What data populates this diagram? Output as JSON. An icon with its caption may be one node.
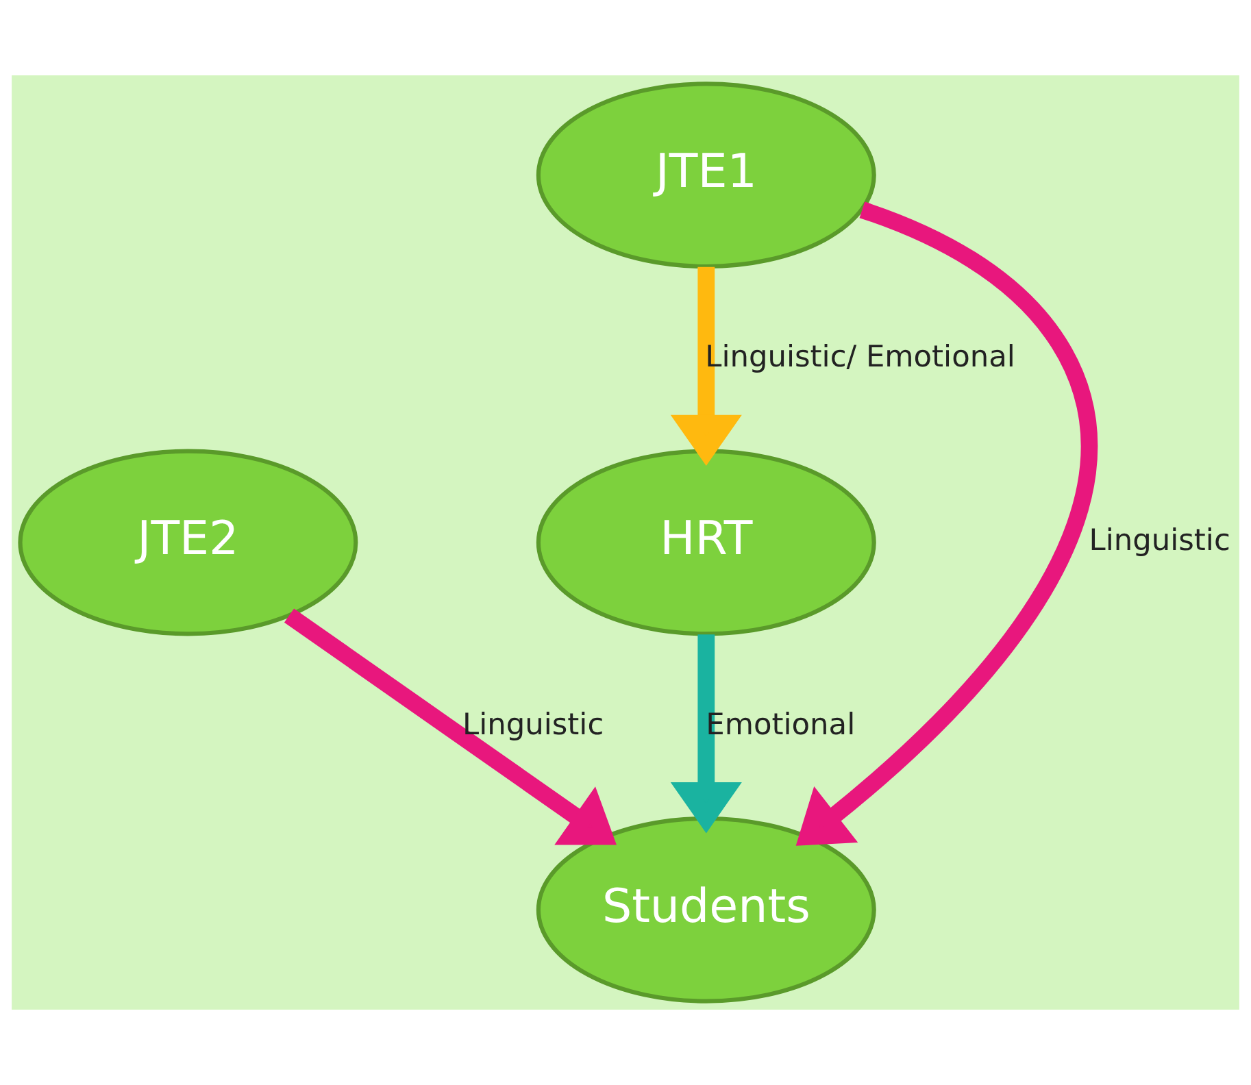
{
  "diagram": {
    "nodes": [
      {
        "text": [
          "JTE1"
        ]
      },
      {
        "text": [
          "JTE2"
        ]
      },
      {
        "text": [
          "HRT"
        ]
      },
      {
        "text": [
          "Students"
        ]
      }
    ],
    "edges": [
      {
        "from": 0,
        "to": 2,
        "arrow": "to",
        "label": "Linguistic/ Emotional",
        "color": "#ffb90f"
      },
      {
        "from": 0,
        "to": 3,
        "arrow": "to",
        "label": "Linguistic",
        "color": "#e8177d"
      },
      {
        "from": 1,
        "to": 3,
        "arrow": "to",
        "label": "Linguistic",
        "color": "#e8177d"
      },
      {
        "from": 2,
        "to": 3,
        "arrow": "to",
        "label": "Emotional",
        "color": "#1ab3a0"
      }
    ]
  }
}
